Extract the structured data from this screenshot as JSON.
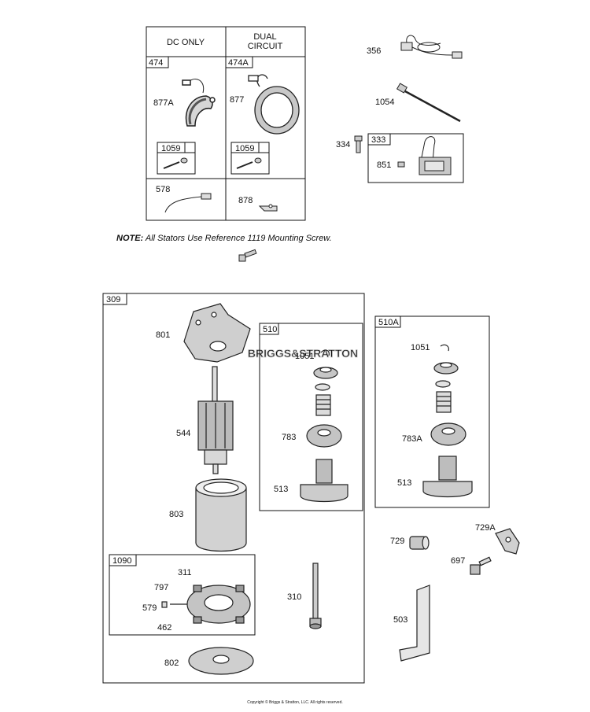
{
  "table": {
    "col1_header": "DC ONLY",
    "col2_header_line1": "DUAL",
    "col2_header_line2": "CIRCUIT",
    "box_474": "474",
    "box_474A": "474A",
    "box_1059_a": "1059",
    "box_1059_b": "1059"
  },
  "labels": {
    "p877A": "877A",
    "p877": "877",
    "p578": "578",
    "p878": "878",
    "p356": "356",
    "p1054": "1054",
    "p334": "334",
    "box_333": "333",
    "p851": "851",
    "box_309": "309",
    "p801": "801",
    "p544": "544",
    "p803": "803",
    "box_1090": "1090",
    "p311": "311",
    "p797": "797",
    "p579": "579",
    "p462": "462",
    "p310": "310",
    "p802": "802",
    "box_510": "510",
    "p1051_a": "1051",
    "p783": "783",
    "p513_a": "513",
    "box_510A": "510A",
    "p1051_b": "1051",
    "p783A": "783A",
    "p513_b": "513",
    "p729A": "729A",
    "p729": "729",
    "p697": "697",
    "p503": "503"
  },
  "note": {
    "prefix": "NOTE:",
    "text": " All Stators Use Reference 1119    Mounting Screw."
  },
  "watermark": "BRIGGS&STRATTON",
  "copyright": "Copyright © Briggs & Stratton, LLC. All rights reserved."
}
